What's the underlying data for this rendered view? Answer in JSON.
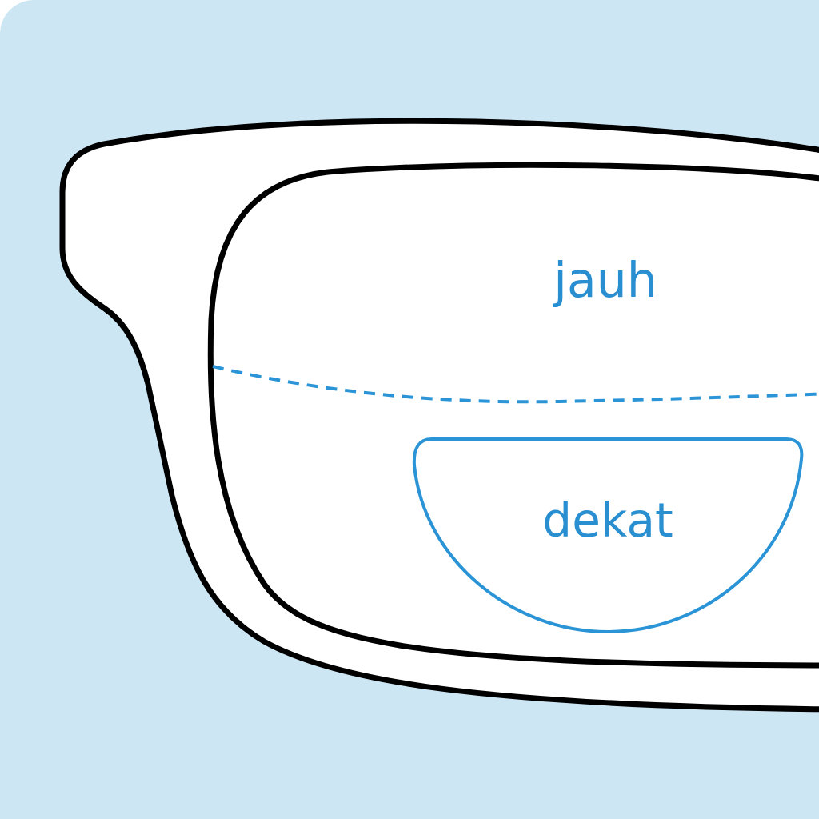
{
  "diagram": {
    "nodes": [
      {
        "text": [
          "jauh"
        ]
      },
      {
        "text": [
          "dekat"
        ],
        "in": 0
      }
    ]
  }
}
